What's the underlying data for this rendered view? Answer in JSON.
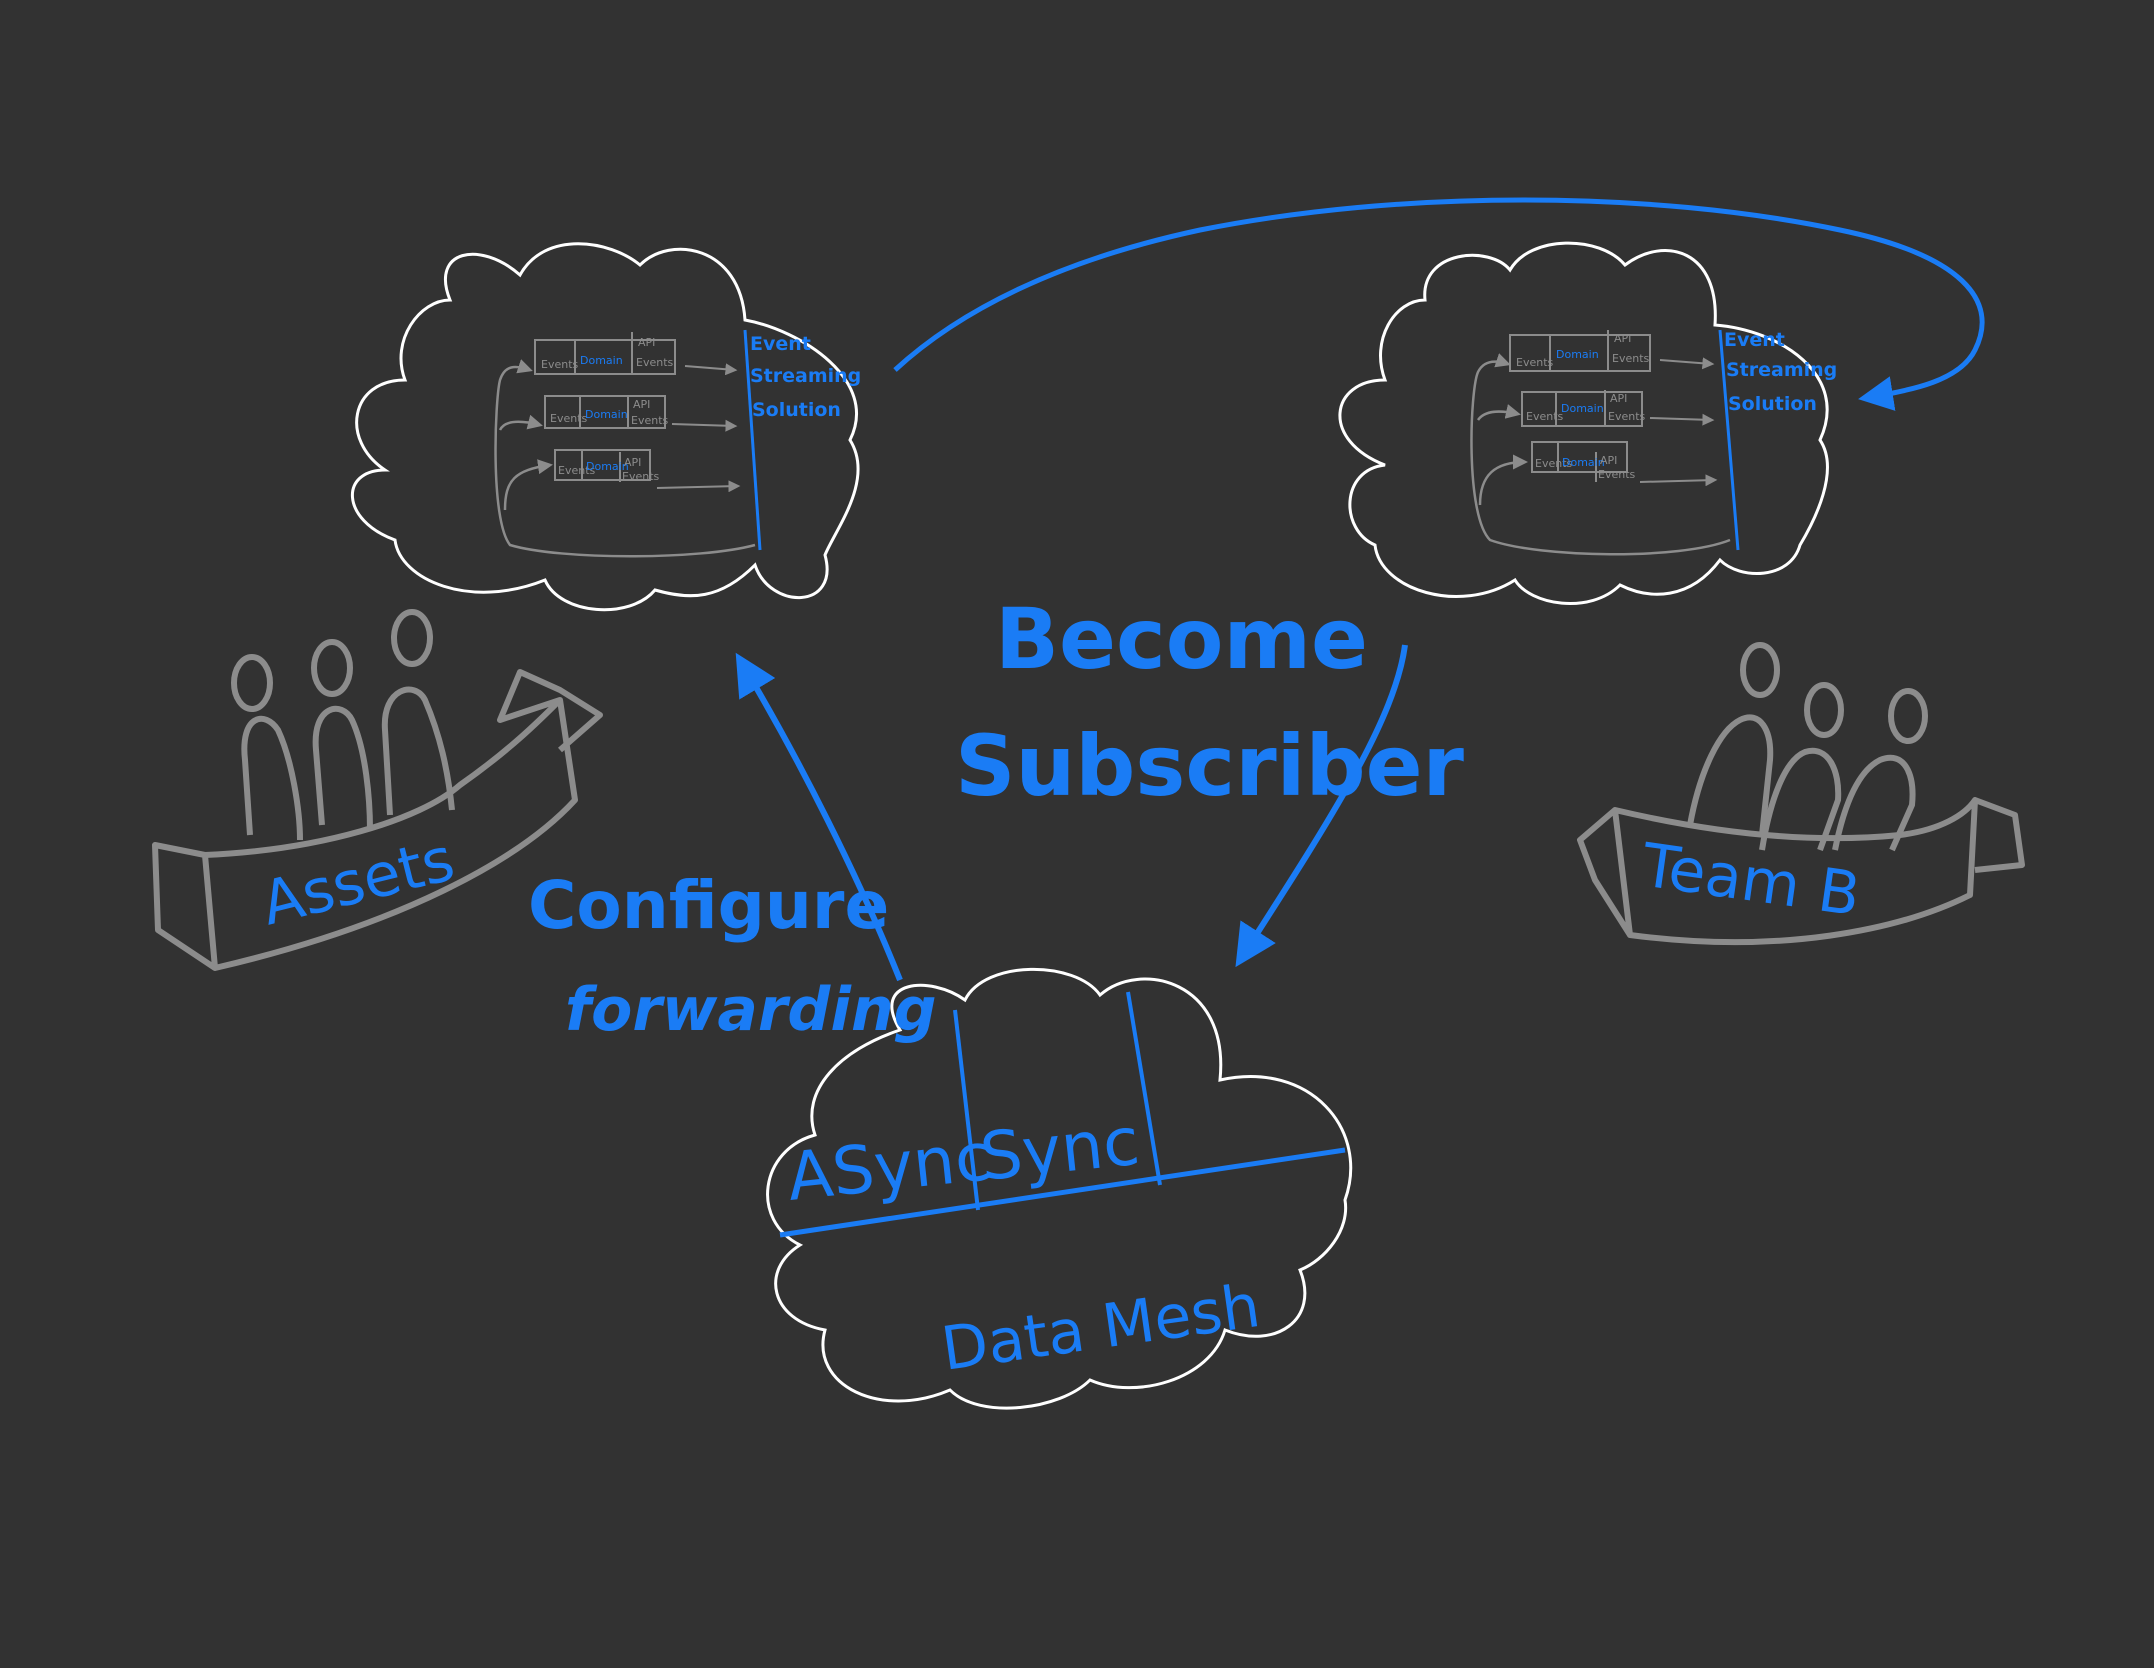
{
  "colors": {
    "background": "#323232",
    "accent_blue": "#1a7cf5",
    "cloud_outline": "#ffffff",
    "sketch_grey": "#8c8c8c"
  },
  "clouds": {
    "assets_cloud": {
      "streaming_label": [
        "Event",
        "Streaming",
        "Solution"
      ],
      "rows": [
        {
          "left": "Events",
          "middle": "Domain",
          "api": "API",
          "right": "Events"
        },
        {
          "left": "Events",
          "middle": "Domain",
          "api": "API",
          "right": "Events"
        },
        {
          "left": "Events",
          "middle": "Domain",
          "api": "API",
          "right": "Events"
        }
      ]
    },
    "team_b_cloud": {
      "streaming_label": [
        "Event",
        "Streaming",
        "Solution"
      ],
      "rows": [
        {
          "left": "Events",
          "middle": "Domain",
          "api": "API",
          "right": "Events"
        },
        {
          "left": "Events",
          "middle": "Domain",
          "api": "API",
          "right": "Events"
        },
        {
          "left": "Events",
          "middle": "Domain",
          "api": "API",
          "right": "Events"
        }
      ]
    },
    "data_mesh_cloud": {
      "col_async": "ASync",
      "col_sync": "Sync",
      "label": "Data Mesh"
    }
  },
  "teams": {
    "left_banner": "Assets",
    "right_banner": "Team B"
  },
  "edges": {
    "become_subscriber": [
      "Become",
      "Subscriber"
    ],
    "configure_forwarding": [
      "Configure",
      "forwarding"
    ]
  }
}
